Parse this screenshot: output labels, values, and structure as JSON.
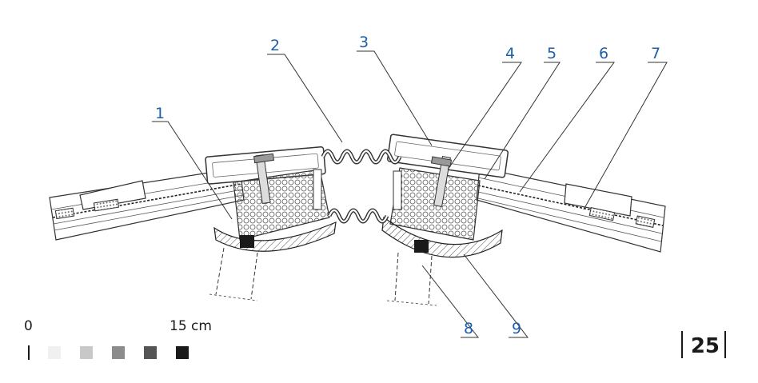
{
  "callouts": [
    {
      "num": "1",
      "color": "#1f5fa8"
    },
    {
      "num": "2",
      "color": "#1f5fa8"
    },
    {
      "num": "3",
      "color": "#1f5fa8"
    },
    {
      "num": "4",
      "color": "#1f5fa8"
    },
    {
      "num": "5",
      "color": "#1f5fa8"
    },
    {
      "num": "6",
      "color": "#1f5fa8"
    },
    {
      "num": "7",
      "color": "#1f5fa8"
    },
    {
      "num": "8",
      "color": "#1f5fa8"
    },
    {
      "num": "9",
      "color": "#1f5fa8"
    }
  ],
  "scale": {
    "start_label": "0",
    "end_label": "15 cm",
    "swatch_colors": [
      "#f0f0f0",
      "#c8c8c8",
      "#8c8c8c",
      "#555555",
      "#1a1a1a"
    ]
  },
  "page_number": "25"
}
